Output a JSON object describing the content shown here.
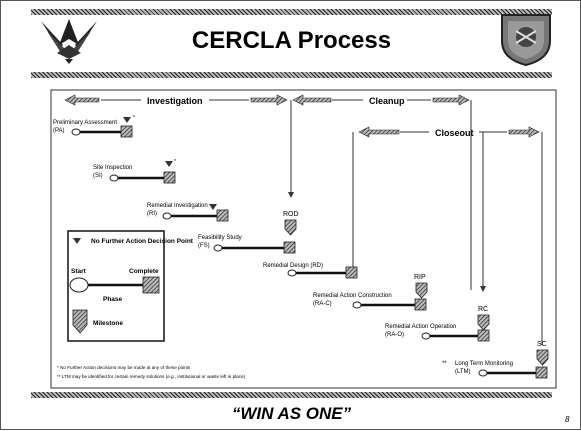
{
  "title": "CERCLA Process",
  "footer": "“WIN AS ONE”",
  "page_number": "8",
  "logos": {
    "left": "air-force-wings-logo",
    "right": "shield-crest-logo"
  },
  "phase_banners": {
    "investigation": "Investigation",
    "cleanup": "Cleanup",
    "closeout": "Closeout"
  },
  "phases": [
    {
      "label": "Preliminary Assessment",
      "abbr": "(PA)",
      "marker": "triangle",
      "note": "*"
    },
    {
      "label": "Site Inspection",
      "abbr": "(SI)",
      "marker": "triangle",
      "note": "*"
    },
    {
      "label": "Remedial Investigation",
      "abbr": "(RI)",
      "marker": "triangle",
      "note": ""
    },
    {
      "label": "Feasibility Study",
      "abbr": "(FS)",
      "marker": "none",
      "note": ""
    },
    {
      "label": "Remedial Design (RD)",
      "abbr": "",
      "marker": "none",
      "note": ""
    },
    {
      "label": "Remedial Action Construction",
      "abbr": "(RA-C)",
      "marker": "none",
      "note": ""
    },
    {
      "label": "Remedial Action Operation",
      "abbr": "(RA-O)",
      "marker": "none",
      "note": ""
    },
    {
      "label": "Long Term Monitoring",
      "abbr": "(LTM)",
      "marker": "none",
      "note": "**"
    }
  ],
  "milestones": [
    "ROD",
    "RIP",
    "RC",
    "SC"
  ],
  "legend": {
    "decision_point": "No Further Action Decision Point",
    "start": "Start",
    "complete": "Complete",
    "phase": "Phase",
    "milestone": "Milestone"
  },
  "footnotes": [
    "* No Further Action decisions may be made at any of these points",
    "** LTM may be identified for certain remedy solutions (e.g., institutional or waste left in place)"
  ],
  "colors": {
    "hatch_dark": "#222222",
    "hatch_light": "#bbbbbb",
    "frame": "#555555"
  }
}
